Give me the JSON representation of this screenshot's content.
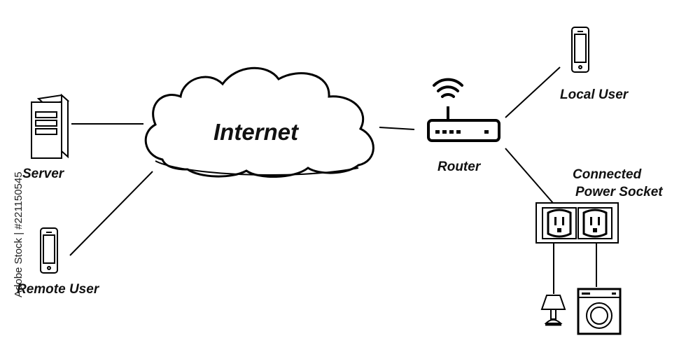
{
  "cloud_label": "Internet",
  "nodes": {
    "server": "Server",
    "remote_user": "Remote User",
    "router": "Router",
    "local_user": "Local User",
    "power_socket_line1": "Connected",
    "power_socket_line2": "Power Socket"
  },
  "watermark": "Adobe Stock | #221150545",
  "icons": [
    "server-icon",
    "phone-icon",
    "router-icon",
    "wifi-icon",
    "power-socket-icon",
    "lamp-icon",
    "washing-machine-icon"
  ],
  "colors": {
    "stroke": "#000000",
    "background": "#ffffff"
  }
}
